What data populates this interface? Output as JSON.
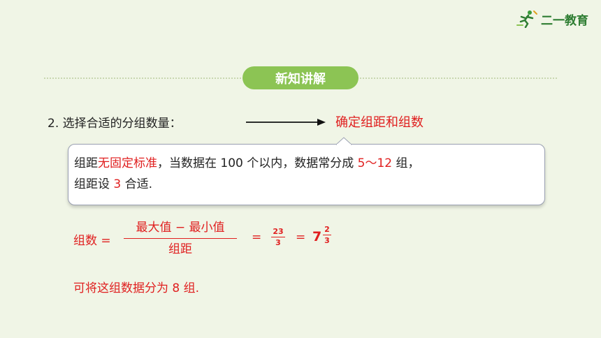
{
  "logo": {
    "text": "二一教育",
    "icon": "running-figure-icon"
  },
  "header": {
    "title": "新知讲解"
  },
  "question": {
    "text": "2.  选择合适的分组数量：",
    "result": "确定组距和组数"
  },
  "callout": {
    "line1_a": "组距",
    "line1_b": "无固定标准",
    "line1_c": "，当数据在 100 个以内，数据常分成 ",
    "line1_d": "5～12",
    "line1_e": " 组，",
    "line2_a": "组距设 ",
    "line2_b": "3",
    "line2_c": " 合适."
  },
  "formula": {
    "label": "组数 =",
    "numerator": "最大值 − 最小值",
    "denominator": "组距",
    "eq1": "=",
    "frac1_num": "23",
    "frac1_den": "3",
    "eq2": "=",
    "whole": "7",
    "frac2_num": "2",
    "frac2_den": "3"
  },
  "conclusion": "可将这组数据分为 8 组.",
  "colors": {
    "accent_red": "#e02020",
    "pill_green": "#8cc454",
    "background": "#f0f5e6"
  }
}
